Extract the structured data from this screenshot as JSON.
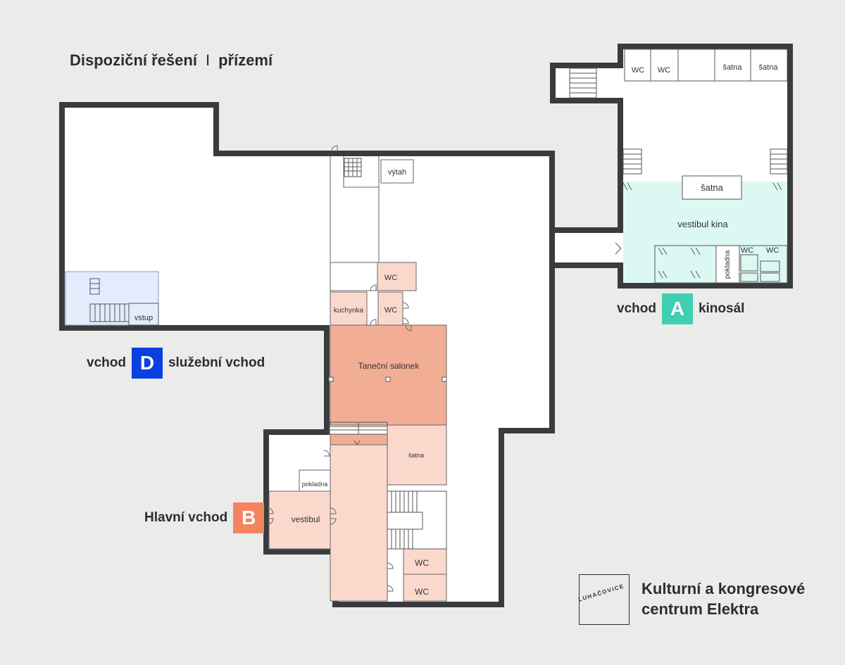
{
  "title": {
    "main": "Dispoziční řešení",
    "separator": "I",
    "floor": "přízemí"
  },
  "entrances": {
    "A": {
      "prefix": "vchod",
      "letter": "A",
      "suffix": "kinosál",
      "color": "#3fcfb3"
    },
    "B": {
      "prefix": "Hlavní vchod",
      "letter": "B",
      "color": "#f4845f"
    },
    "D": {
      "prefix": "vchod",
      "letter": "D",
      "suffix": "služební vchod",
      "color": "#0b3fe0"
    }
  },
  "rooms": {
    "wc1": "WC",
    "wc2": "WC",
    "satna_top1": "šatna",
    "satna_top2": "šatna",
    "satna_kino": "šatna",
    "vestibul_kina": "vestibul kina",
    "wc_kino1": "WC",
    "wc_kino2": "WC",
    "pokladna_kino": "pokladna",
    "vytah": "výtah",
    "wc_mid": "WC",
    "kuchynka": "kuchynka",
    "wc_mid2": "WC",
    "tanecni_salonek": "Taneční salonek",
    "satna_mid": "šatna",
    "pokladna_main": "pokladna",
    "vestibul": "vestibul",
    "wc_bot1": "WC",
    "wc_bot2": "WC",
    "vstup": "vstup"
  },
  "colors": {
    "wall": "#3a3b3d",
    "floor": "#ffffff",
    "salonek": "#f2ad95",
    "pink": "#fad9cc",
    "cinema": "#dcf8f2",
    "service": "#e3ebfc",
    "background": "#ebecea"
  },
  "brand": {
    "logo_text": "LUHAČOVICE",
    "name_line1": "Kulturní a kongresové",
    "name_line2": "centrum Elektra"
  }
}
